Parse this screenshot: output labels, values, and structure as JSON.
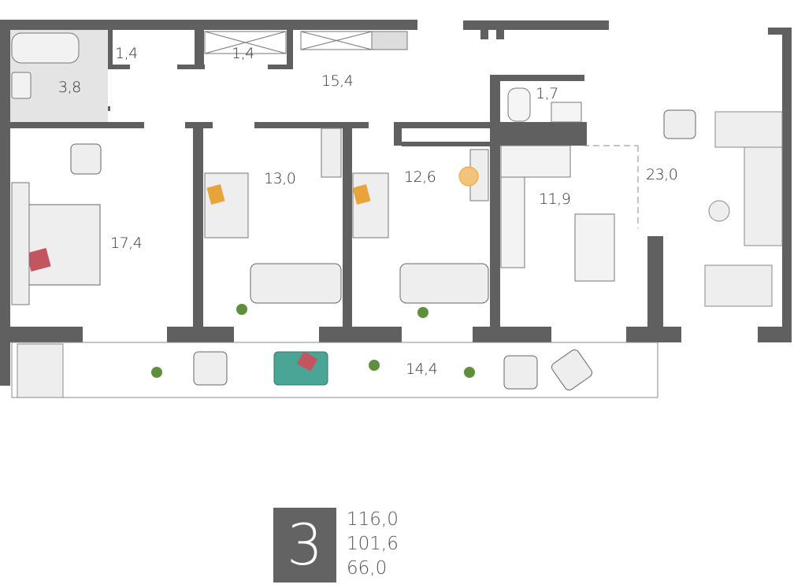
{
  "plan": {
    "rooms": [
      {
        "id": "bathroom",
        "area": "3,8"
      },
      {
        "id": "storage-1",
        "area": "1,4"
      },
      {
        "id": "storage-2",
        "area": "1,4"
      },
      {
        "id": "hallway",
        "area": "15,4"
      },
      {
        "id": "toilet",
        "area": "1,7"
      },
      {
        "id": "bedroom-1",
        "area": "17,4"
      },
      {
        "id": "bedroom-2",
        "area": "13,0"
      },
      {
        "id": "bedroom-3",
        "area": "12,6"
      },
      {
        "id": "kitchen",
        "area": "11,9"
      },
      {
        "id": "living-room",
        "area": "23,0"
      },
      {
        "id": "balcony",
        "area": "14,4"
      }
    ],
    "colors": {
      "wall": "#606060",
      "accent_orange": "#e8a33a",
      "accent_red": "#c2555f",
      "accent_teal": "#4aa596",
      "plant": "#5f8f3a"
    }
  },
  "summary": {
    "rooms_count": "3",
    "total_area": "116,0",
    "living_area": "101,6",
    "residential_area": "66,0"
  }
}
